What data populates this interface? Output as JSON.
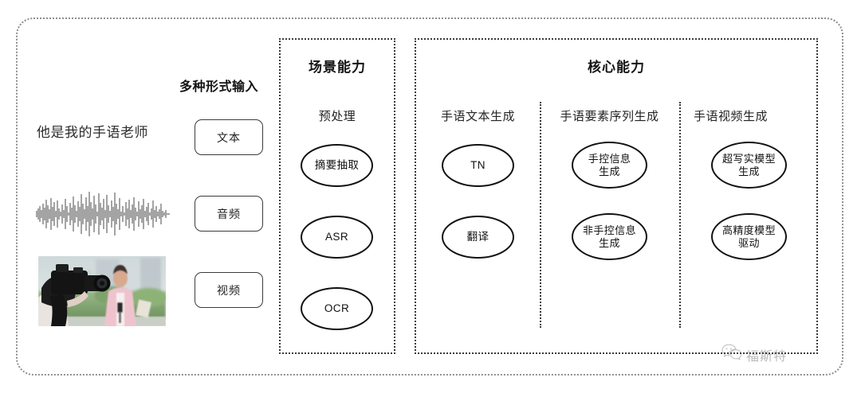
{
  "diagram": {
    "outer_frame": {
      "name": "overall-pipeline-frame"
    },
    "input_section": {
      "heading": "多种形式输入",
      "sample_text": "他是我的手语老师",
      "modalities": [
        {
          "label": "文本",
          "media": "text-sample"
        },
        {
          "label": "音频",
          "media": "audio-waveform"
        },
        {
          "label": "视频",
          "media": "video-thumbnail"
        }
      ]
    },
    "scene_panel": {
      "title": "场景能力",
      "groups": [
        {
          "label": "预处理",
          "nodes": [
            "摘要抽取",
            "ASR",
            "OCR"
          ]
        }
      ]
    },
    "core_panel": {
      "title": "核心能力",
      "groups": [
        {
          "label": "手语文本生成",
          "nodes": [
            "TN",
            "翻译"
          ]
        },
        {
          "label": "手语要素序列生成",
          "nodes": [
            "手控信息\n生成",
            "非手控信息\n生成"
          ]
        },
        {
          "label": "手语视频生成",
          "nodes": [
            "超写实模型\n生成",
            "高精度模型\n驱动"
          ]
        }
      ]
    },
    "watermark": {
      "icon": "wechat-logo-icon",
      "text": "福斯特"
    },
    "colors": {
      "stroke": "#111111",
      "frame_dotted": "#3a3a3a",
      "outer_dotted": "#8e8e8e",
      "text": "#1b1b1b",
      "background": "#ffffff"
    }
  }
}
